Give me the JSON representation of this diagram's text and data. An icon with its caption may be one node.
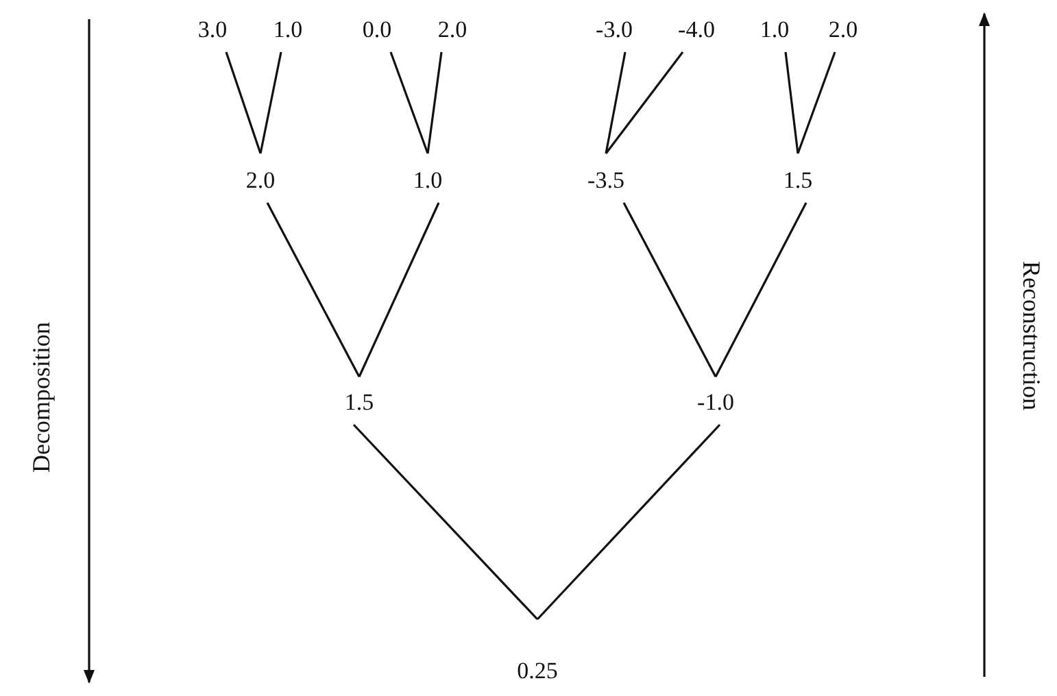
{
  "diagram": {
    "nodes": [
      {
        "text": [
          "3.0"
        ]
      },
      {
        "text": [
          "1.0"
        ]
      },
      {
        "text": [
          "0.0"
        ]
      },
      {
        "text": [
          "2.0"
        ]
      },
      {
        "text": [
          "-3.0"
        ]
      },
      {
        "text": [
          "-4.0"
        ]
      },
      {
        "text": [
          "1.0"
        ]
      },
      {
        "text": [
          "2.0"
        ]
      },
      {
        "text": [
          "2.0"
        ]
      },
      {
        "text": [
          "1.0"
        ]
      },
      {
        "text": [
          "-3.5"
        ]
      },
      {
        "text": [
          "1.5"
        ]
      },
      {
        "text": [
          "1.5"
        ]
      },
      {
        "text": [
          "-1.0"
        ]
      },
      {
        "text": [
          "0.25"
        ]
      }
    ],
    "edges": [
      {
        "from": 0,
        "to": 8,
        "arrow": "none"
      },
      {
        "from": 1,
        "to": 8,
        "arrow": "none"
      },
      {
        "from": 2,
        "to": 9,
        "arrow": "none"
      },
      {
        "from": 3,
        "to": 9,
        "arrow": "none"
      },
      {
        "from": 4,
        "to": 10,
        "arrow": "none"
      },
      {
        "from": 5,
        "to": 10,
        "arrow": "none"
      },
      {
        "from": 6,
        "to": 11,
        "arrow": "none"
      },
      {
        "from": 7,
        "to": 11,
        "arrow": "none"
      },
      {
        "from": 8,
        "to": 12,
        "arrow": "none"
      },
      {
        "from": 9,
        "to": 12,
        "arrow": "none"
      },
      {
        "from": 10,
        "to": 13,
        "arrow": "none"
      },
      {
        "from": 11,
        "to": 13,
        "arrow": "none"
      },
      {
        "from": 12,
        "to": 14,
        "arrow": "none"
      },
      {
        "from": 13,
        "to": 14,
        "arrow": "none"
      }
    ],
    "labels": [
      "Decomposition",
      "Reconstruction"
    ]
  }
}
